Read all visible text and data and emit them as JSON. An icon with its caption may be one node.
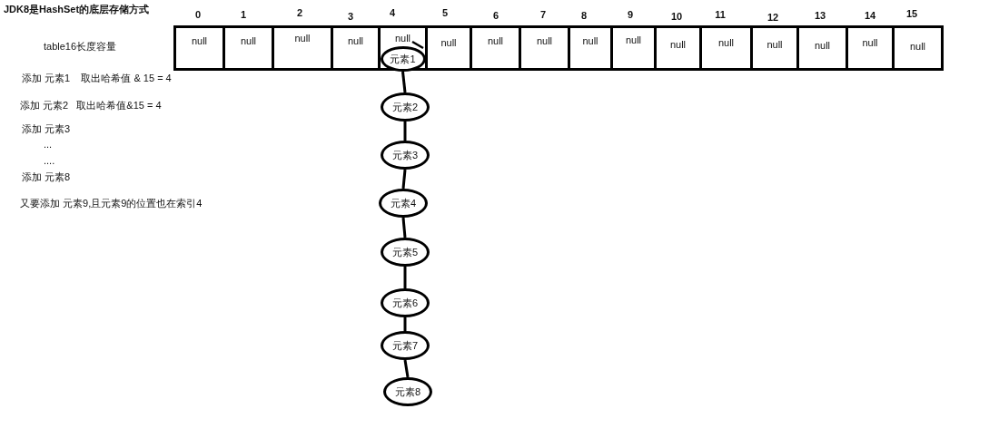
{
  "diagram": {
    "title": "JDK8是HashSet的底层存储方式",
    "nodes": [
      {
        "text": [
          "null"
        ]
      },
      {
        "text": [
          "null"
        ]
      },
      {
        "text": [
          "null"
        ]
      },
      {
        "text": [
          "null"
        ]
      },
      {
        "text": [
          "null"
        ]
      },
      {
        "text": [
          "null"
        ]
      },
      {
        "text": [
          "null"
        ]
      },
      {
        "text": [
          "null"
        ]
      },
      {
        "text": [
          "null"
        ]
      },
      {
        "text": [
          "null"
        ]
      },
      {
        "text": [
          "null"
        ]
      },
      {
        "text": [
          "null"
        ]
      },
      {
        "text": [
          "null"
        ]
      },
      {
        "text": [
          "null"
        ]
      },
      {
        "text": [
          "null"
        ]
      },
      {
        "text": [
          "null"
        ]
      },
      {
        "text": [
          "元素1"
        ],
        "in": 4
      },
      {
        "text": [
          "元素2"
        ]
      },
      {
        "text": [
          "元素3"
        ]
      },
      {
        "text": [
          "元素4"
        ]
      },
      {
        "text": [
          "元素5"
        ]
      },
      {
        "text": [
          "元素6"
        ]
      },
      {
        "text": [
          "元素7"
        ]
      },
      {
        "text": [
          "元素8"
        ]
      }
    ],
    "edges": [
      {
        "from": 16,
        "to": 17,
        "arrow": "none"
      },
      {
        "from": 17,
        "to": 18,
        "arrow": "none"
      },
      {
        "from": 18,
        "to": 19,
        "arrow": "none"
      },
      {
        "from": 19,
        "to": 20,
        "arrow": "none"
      },
      {
        "from": 20,
        "to": 21,
        "arrow": "none"
      },
      {
        "from": 21,
        "to": 22,
        "arrow": "none"
      },
      {
        "from": 22,
        "to": 23,
        "arrow": "none"
      }
    ],
    "labels": [
      "0",
      "1",
      "2",
      "3",
      "4",
      "5",
      "6",
      "7",
      "8",
      "9",
      "10",
      "11",
      "12",
      "13",
      "14",
      "15",
      "table16长度容量",
      "添加 元素1    取出哈希值 & 15 = 4",
      "添加 元素2   取出哈希值&15 = 4",
      "添加 元素3",
      "...",
      "....",
      "添加 元素8",
      "又要添加 元素9,且元素9的位置也在索引4"
    ]
  }
}
